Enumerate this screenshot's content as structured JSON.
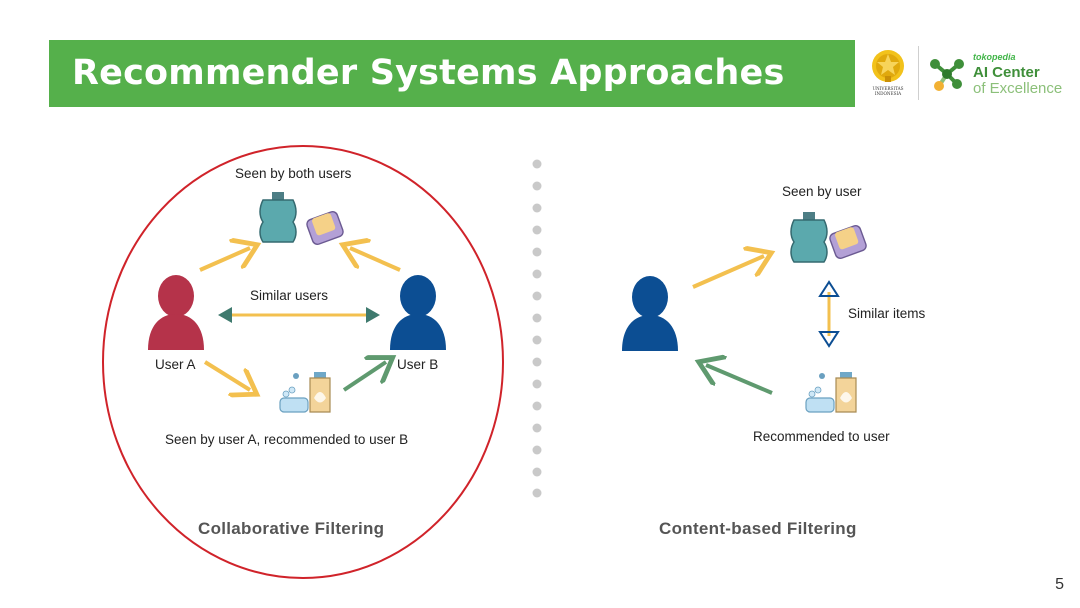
{
  "header": {
    "title": "Recommender Systems Approaches"
  },
  "logos": {
    "university_caption": "UNIVERSITAS INDONESIA",
    "aicoe_top": "tokopedia",
    "aicoe_main": "AI Center",
    "aicoe_sub": "of Excellence"
  },
  "collaborative": {
    "seen_by_both": "Seen by both users",
    "similar_users": "Similar users",
    "user_a": "User A",
    "user_b": "User B",
    "seen_recommended": "Seen by user A, recommended to user B",
    "section_title": "Collaborative Filtering"
  },
  "content_based": {
    "seen_by_user": "Seen by user",
    "similar_items": "Similar items",
    "recommended_to_user": "Recommended to user",
    "section_title": "Content-based Filtering"
  },
  "page_number": "5",
  "colors": {
    "header_green": "#55b04b",
    "user_a": "#b5334a",
    "user_b": "#0c4e93",
    "arrow_yellow": "#f3c04f",
    "arrow_green": "#5f9a6f",
    "highlight_red": "#d0232a",
    "divider_gray": "#c9c9c9"
  }
}
